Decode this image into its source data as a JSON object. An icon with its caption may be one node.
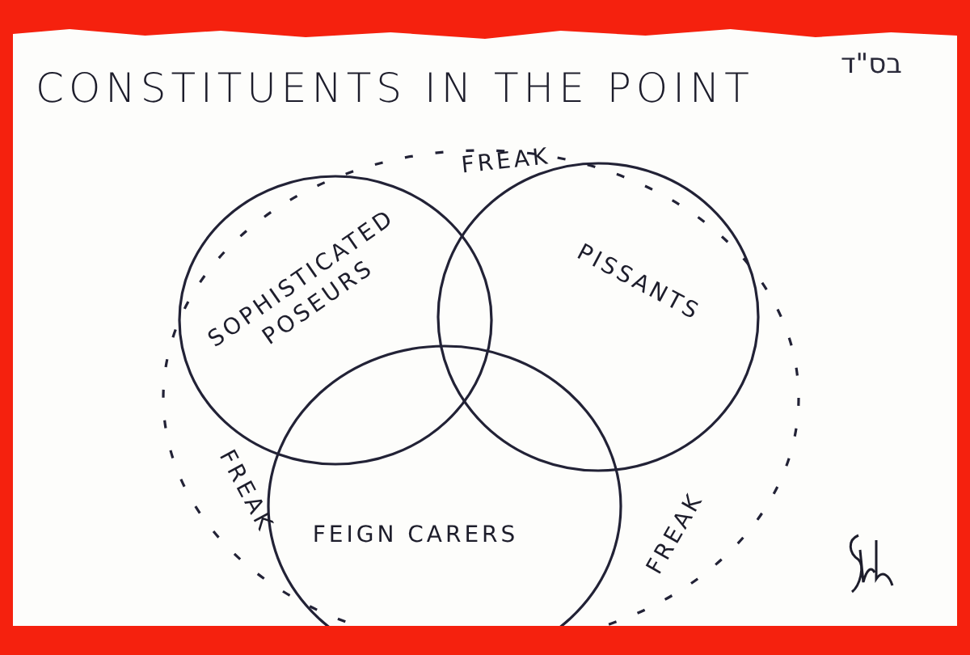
{
  "diagram": {
    "title": "CONSTITUENTS IN THE POINT",
    "nodes": [
      {
        "text": [
          "FREAK",
          "FREAK",
          "FREAK"
        ]
      },
      {
        "text": [
          "SOPHISTICATED POSEURS"
        ],
        "in": 0
      },
      {
        "text": [
          "PISSANTS"
        ],
        "in": 0
      },
      {
        "text": [
          "FEIGN CARERS"
        ],
        "in": 0
      }
    ],
    "labels": [
      "בס\"ד"
    ]
  }
}
